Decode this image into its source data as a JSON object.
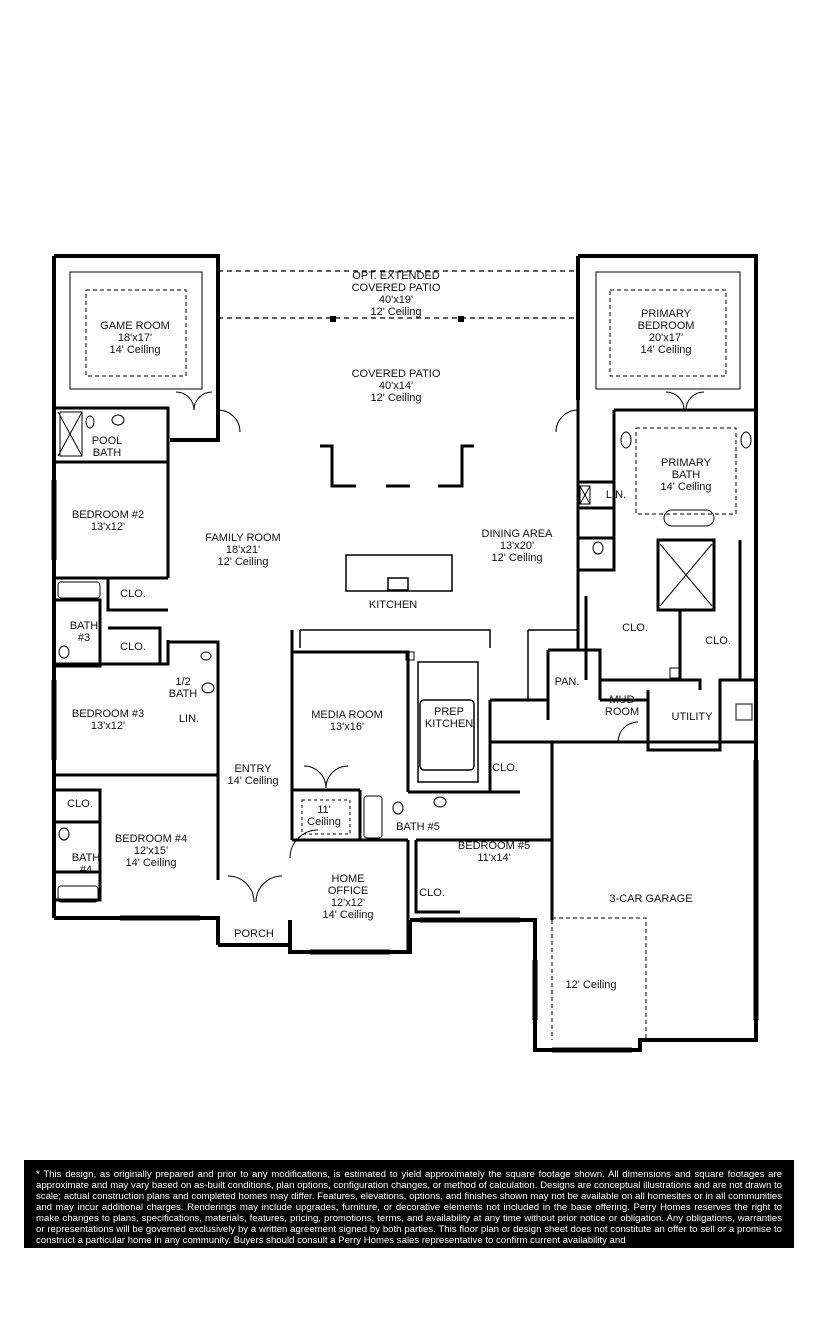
{
  "rooms": {
    "opt_patio": {
      "name1": "OPT. EXTENDED",
      "name2": "COVERED PATIO",
      "size": "40'x19'",
      "ceiling": "12' Ceiling"
    },
    "covered_patio": {
      "name": "COVERED PATIO",
      "size": "40'x14'",
      "ceiling": "12' Ceiling"
    },
    "game_room": {
      "name": "GAME ROOM",
      "size": "18'x17'",
      "ceiling": "14' Ceiling"
    },
    "primary_bedroom": {
      "name1": "PRIMARY",
      "name2": "BEDROOM",
      "size": "20'x17'",
      "ceiling": "14' Ceiling"
    },
    "pool_bath": {
      "name1": "POOL",
      "name2": "BATH"
    },
    "primary_bath": {
      "name1": "PRIMARY",
      "name2": "BATH",
      "ceiling": "14' Ceiling"
    },
    "lin_primary": {
      "name": "LIN."
    },
    "bedroom2": {
      "name": "BEDROOM #2",
      "size": "13'x12'"
    },
    "family_room": {
      "name": "FAMILY ROOM",
      "size": "18'x21'",
      "ceiling": "12' Ceiling"
    },
    "dining_area": {
      "name": "DINING AREA",
      "size": "13'x20'",
      "ceiling": "12' Ceiling"
    },
    "kitchen": {
      "name": "KITCHEN"
    },
    "clo_bed2": {
      "name": "CLO."
    },
    "bath3": {
      "name1": "BATH",
      "name2": "#3"
    },
    "clo_bed3": {
      "name": "CLO."
    },
    "clo_primary_left": {
      "name": "CLO."
    },
    "clo_primary_right": {
      "name": "CLO."
    },
    "half_bath": {
      "name1": "1/2",
      "name2": "BATH"
    },
    "lin_hall": {
      "name": "LIN."
    },
    "bedroom3": {
      "name": "BEDROOM #3",
      "size": "13'x12'"
    },
    "media_room": {
      "name": "MEDIA ROOM",
      "size": "13'x16'"
    },
    "prep_kitchen": {
      "name1": "PREP",
      "name2": "KITCHEN"
    },
    "pan": {
      "name": "PAN."
    },
    "mud_room": {
      "name1": "MUD",
      "name2": "ROOM"
    },
    "utility": {
      "name": "UTILITY"
    },
    "entry": {
      "name": "ENTRY",
      "ceiling": "14' Ceiling"
    },
    "clo_small": {
      "name": "CLO."
    },
    "clo_bed4": {
      "name": "CLO."
    },
    "bedroom4": {
      "name": "BEDROOM #4",
      "size": "12'x15'",
      "ceiling": "14' Ceiling"
    },
    "bath4": {
      "name1": "BATH",
      "name2": "#4"
    },
    "media_ceiling": {
      "name1": "11'",
      "name2": "Ceiling"
    },
    "bath5": {
      "name": "BATH #5"
    },
    "bedroom5": {
      "name": "BEDROOM #5",
      "size": "11'x14'"
    },
    "clo_bed5": {
      "name": "CLO."
    },
    "home_office": {
      "name1": "HOME",
      "name2": "OFFICE",
      "size": "12'x12'",
      "ceiling": "14' Ceiling"
    },
    "garage": {
      "name": "3-CAR GARAGE",
      "ceiling": "12' Ceiling"
    },
    "porch": {
      "name": "PORCH"
    }
  },
  "disclaimer": "* This design, as originally prepared and prior to any modifications, is estimated to yield approximately the square footage shown. All dimensions and square footages are approximate and may vary based on as-built conditions, plan options, configuration changes, or method of calculation. Designs are conceptual illustrations and are not drawn to scale; actual construction plans and completed homes may differ. Features, elevations, options, and finishes shown may not be available on all homesites or in all communities and may incur additional charges. Renderings may include upgrades, furniture, or decorative elements not included in the base offering. Perry Homes reserves the right to make changes to plans, specifications, materials, features, pricing, promotions, terms, and availability at any time without prior notice or obligation. Any obligations, warranties or representations will be governed exclusively by a written agreement signed by both parties. This floor plan or design sheet does not constitute an offer to sell or a promise to construct a particular home in any community. Buyers should consult a Perry Homes sales representative to confirm current availability and"
}
